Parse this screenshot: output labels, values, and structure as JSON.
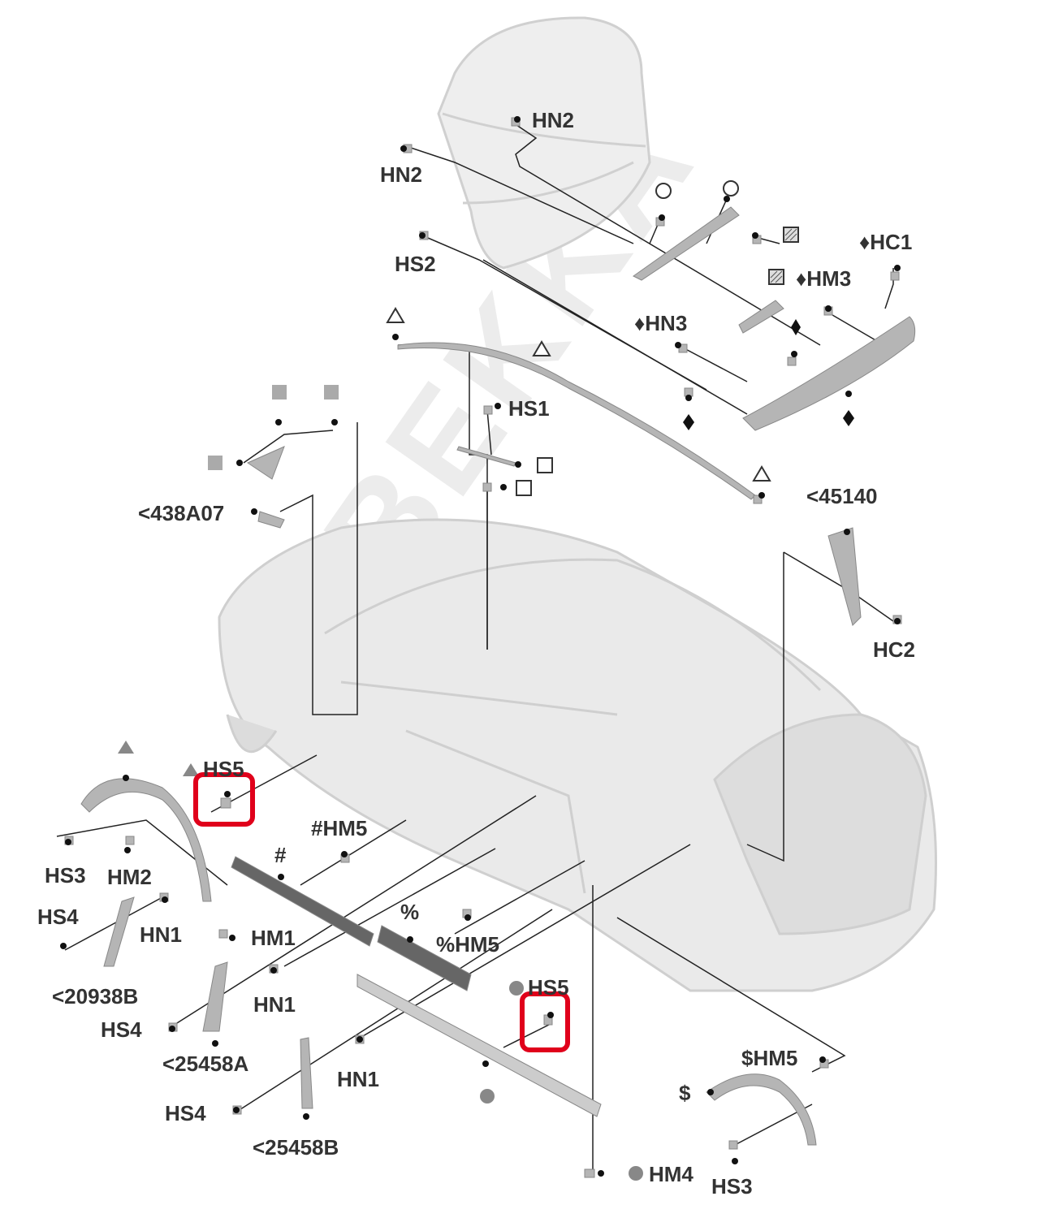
{
  "watermark": "BEKKA",
  "labels": {
    "hn2_top": "HN2",
    "hn2_left": "HN2",
    "hs2": "HS2",
    "hc1": "♦HC1",
    "hm3": "♦HM3",
    "hn3": "♦HN3",
    "hs1": "HS1",
    "p438a07": "<438A07",
    "p45140": "<45140",
    "hc2": "HC2",
    "hs5_left": "HS5",
    "hm5_hash": "#HM5",
    "hash": "#",
    "hs3_left": "HS3",
    "hm2": "HM2",
    "hs4_a": "HS4",
    "hn1_a": "HN1",
    "hm1": "HM1",
    "percent": "%",
    "hm5_percent": "%HM5",
    "p20938b": "<20938B",
    "hn1_b": "HN1",
    "hs4_b": "HS4",
    "p25458a": "<25458A",
    "hs5_right": "HS5",
    "hn1_c": "HN1",
    "hm5_dollar": "$HM5",
    "dollar": "$",
    "hs4_c": "HS4",
    "p25458b": "<25458B",
    "hm4": "HM4",
    "hs3_right": "HS3"
  },
  "symbols": {
    "diamond": "♦"
  },
  "colors": {
    "highlight": "#e0001b",
    "line": "#222222",
    "part": "#b9b9b9",
    "car": "#e6e6e6",
    "text": "#333333"
  }
}
